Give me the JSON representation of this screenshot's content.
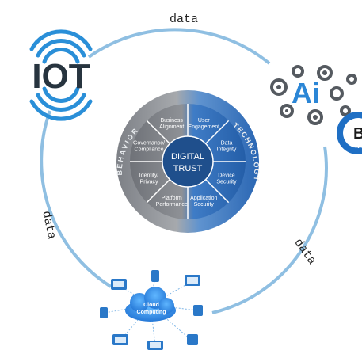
{
  "flows": {
    "top": "data",
    "left": "data",
    "right": "data"
  },
  "nodes": {
    "iot": {
      "logo_text": "IOT"
    },
    "ai": {
      "logo_text": "Ai"
    },
    "bigdata": {
      "logo_text": "BI",
      "sub_text": "DA"
    },
    "cloud": {
      "label_line1": "Cloud",
      "label_line2": "Computing"
    }
  },
  "wheel": {
    "center_line1": "DIGITAL",
    "center_line2": "TRUST",
    "arc_left": "BEHAVIOR",
    "arc_right": "TECHNOLOGY",
    "segments": [
      {
        "line1": "User",
        "line2": "Engagement"
      },
      {
        "line1": "Data",
        "line2": "Integrity"
      },
      {
        "line1": "Device",
        "line2": "Security"
      },
      {
        "line1": "Application",
        "line2": "Security"
      },
      {
        "line1": "Platform",
        "line2": "Performance"
      },
      {
        "line1": "Identity/",
        "line2": "Privacy"
      },
      {
        "line1": "Governance/",
        "line2": "Compliance"
      },
      {
        "line1": "Business",
        "line2": "Alignment"
      }
    ]
  },
  "colors": {
    "ring": "#8fbfe2",
    "wheel_left": "#8a8d92",
    "wheel_right": "#3b78c2",
    "center": "#1f4f8c",
    "iot": "#27343f",
    "iot_waves": "#2a8fd8",
    "ai": "#2b86d6",
    "gears": "#555a60"
  }
}
